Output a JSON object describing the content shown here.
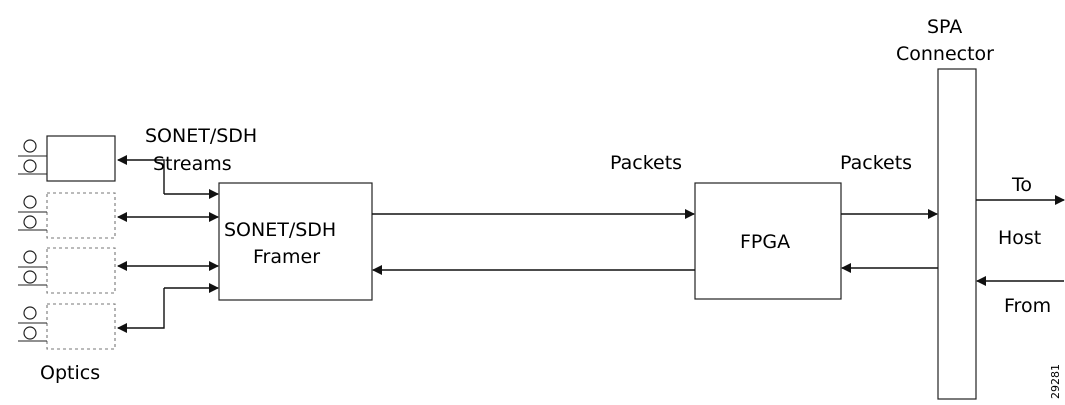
{
  "labels": {
    "sonet_sdh_top": "SONET/SDH",
    "streams": "Streams",
    "optics": "Optics",
    "framer_line1": "SONET/SDH",
    "framer_line2": "Framer",
    "packets_left": "Packets",
    "packets_right": "Packets",
    "fpga": "FPGA",
    "spa_line1": "SPA",
    "spa_line2": "Connector",
    "to": "To",
    "host": "Host",
    "from": "From",
    "figure_id": "29281"
  }
}
